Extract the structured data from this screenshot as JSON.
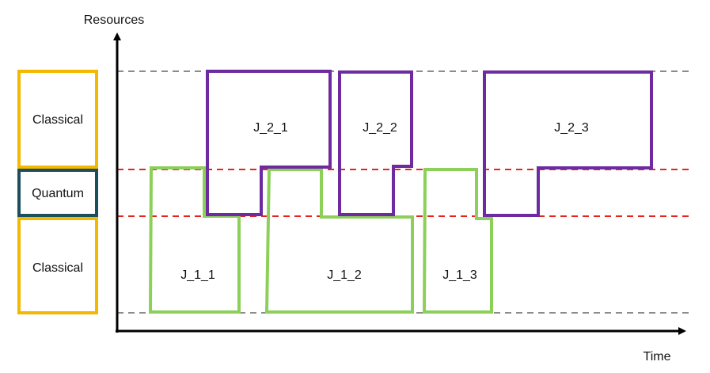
{
  "axes": {
    "y_label": "Resources",
    "x_label": "Time"
  },
  "resource_bands": [
    {
      "id": "top",
      "label": "Classical",
      "color": "#F5B800"
    },
    {
      "id": "middle",
      "label": "Quantum",
      "color": "#1B4F5C"
    },
    {
      "id": "bottom",
      "label": "Classical",
      "color": "#F5B800"
    }
  ],
  "boundary_colors": {
    "outer": "#8C8C8C",
    "quantum": "#E8231E"
  },
  "jobs": [
    {
      "id": "J_1_1",
      "label": "J_1_1",
      "group": "J_1",
      "color": "#8CD05A"
    },
    {
      "id": "J_1_2",
      "label": "J_1_2",
      "group": "J_1",
      "color": "#8CD05A"
    },
    {
      "id": "J_1_3",
      "label": "J_1_3",
      "group": "J_1",
      "color": "#8CD05A"
    },
    {
      "id": "J_2_1",
      "label": "J_2_1",
      "group": "J_2",
      "color": "#6E2BA0"
    },
    {
      "id": "J_2_2",
      "label": "J_2_2",
      "group": "J_2",
      "color": "#6E2BA0"
    },
    {
      "id": "J_2_3",
      "label": "J_2_3",
      "group": "J_2",
      "color": "#6E2BA0"
    }
  ]
}
